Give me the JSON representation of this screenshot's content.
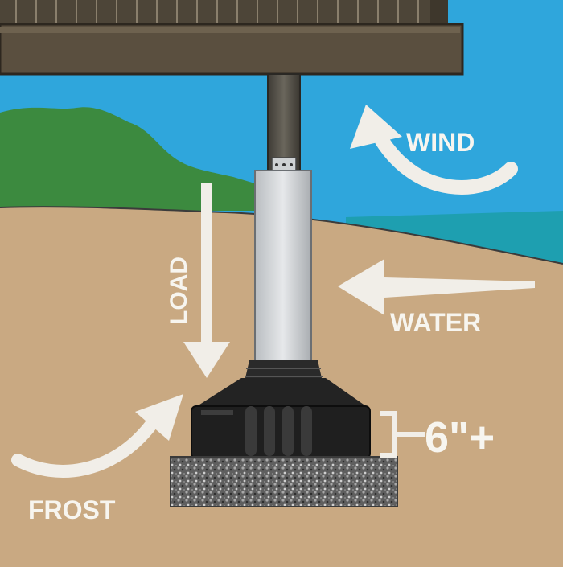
{
  "labels": {
    "wind": "WIND",
    "load": "LOAD",
    "water": "WATER",
    "frost": "FROST",
    "depth": "6\"+"
  },
  "colors": {
    "sky": "#2fa6dc",
    "sea": "#1e9fb0",
    "hills": "#3c8a3f",
    "soil": "#c9a982",
    "deck": "#5a4f3f",
    "post": "#4a4740",
    "sleeve": "#d9dcdf",
    "footing": "#1f1f1f",
    "gravel": "#6d6d6d",
    "arrow": "#f1eee8",
    "label": "#f7f5ef"
  }
}
